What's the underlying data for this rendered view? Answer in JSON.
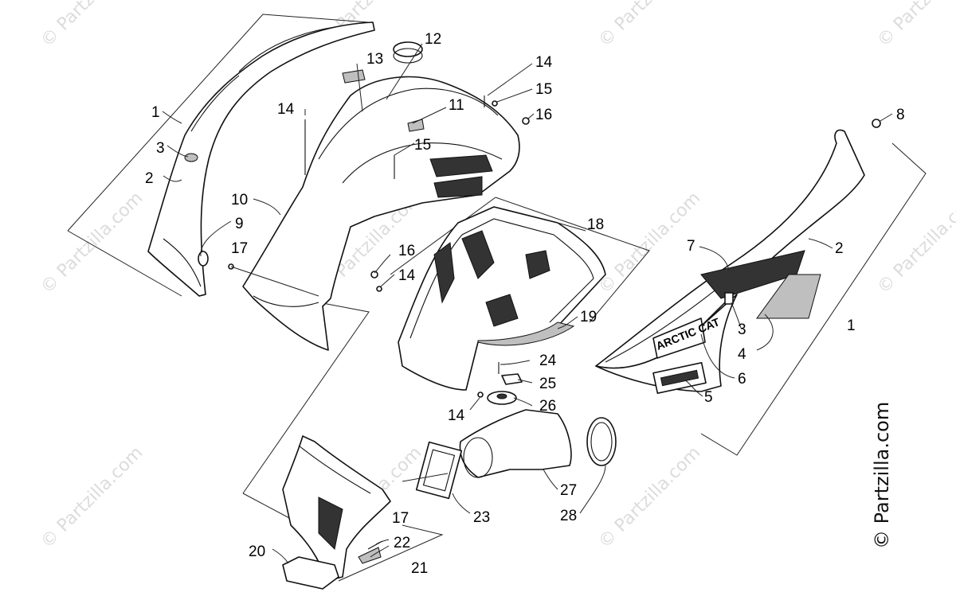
{
  "watermark_text": "© Partzilla.com",
  "copyright_text": "© Partzilla.com",
  "decal_text": "ARCTIC CAT",
  "callouts": [
    {
      "id": "c1a",
      "text": "1"
    },
    {
      "id": "c2a",
      "text": "2"
    },
    {
      "id": "c3a",
      "text": "3"
    },
    {
      "id": "c9",
      "text": "9"
    },
    {
      "id": "c17a",
      "text": "17"
    },
    {
      "id": "c10",
      "text": "10"
    },
    {
      "id": "c13",
      "text": "13"
    },
    {
      "id": "c12",
      "text": "12"
    },
    {
      "id": "c14a",
      "text": "14"
    },
    {
      "id": "c11",
      "text": "11"
    },
    {
      "id": "c15a",
      "text": "15"
    },
    {
      "id": "c14b",
      "text": "14"
    },
    {
      "id": "c15b",
      "text": "15"
    },
    {
      "id": "c16a",
      "text": "16"
    },
    {
      "id": "c8",
      "text": "8"
    },
    {
      "id": "c7",
      "text": "7"
    },
    {
      "id": "c2b",
      "text": "2"
    },
    {
      "id": "c1b",
      "text": "1"
    },
    {
      "id": "c3b",
      "text": "3"
    },
    {
      "id": "c4",
      "text": "4"
    },
    {
      "id": "c6",
      "text": "6"
    },
    {
      "id": "c5",
      "text": "5"
    },
    {
      "id": "c18",
      "text": "18"
    },
    {
      "id": "c16b",
      "text": "16"
    },
    {
      "id": "c14c",
      "text": "14"
    },
    {
      "id": "c19",
      "text": "19"
    },
    {
      "id": "c24",
      "text": "24"
    },
    {
      "id": "c25",
      "text": "25"
    },
    {
      "id": "c26",
      "text": "26"
    },
    {
      "id": "c14d",
      "text": "14"
    },
    {
      "id": "c27",
      "text": "27"
    },
    {
      "id": "c28",
      "text": "28"
    },
    {
      "id": "c23",
      "text": "23"
    },
    {
      "id": "c17b",
      "text": "17"
    },
    {
      "id": "c22",
      "text": "22"
    },
    {
      "id": "c20",
      "text": "20"
    },
    {
      "id": "c21",
      "text": "21"
    }
  ]
}
